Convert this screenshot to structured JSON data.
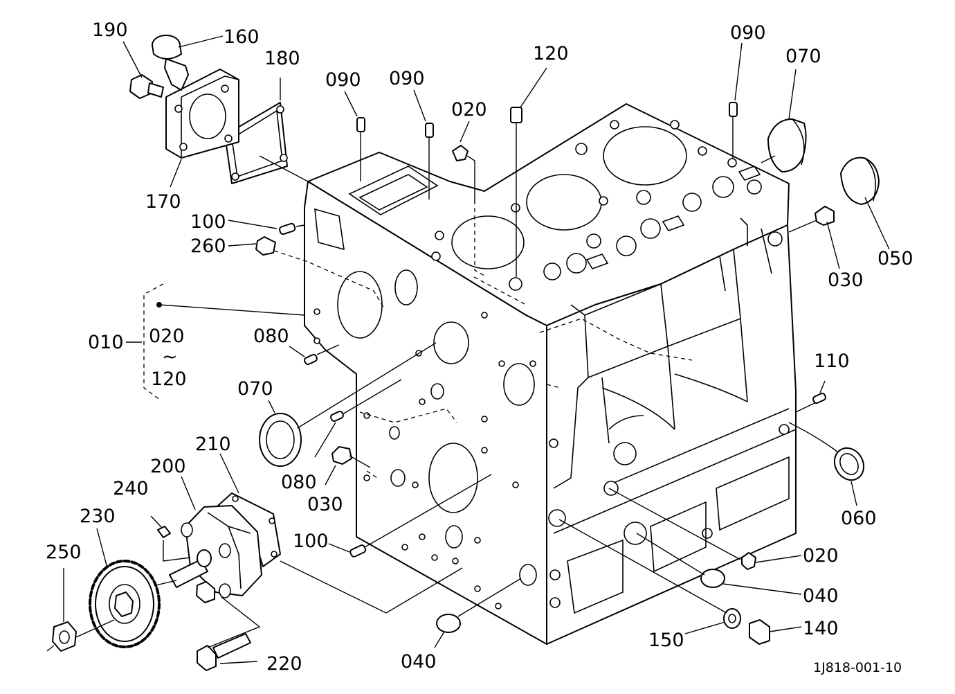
{
  "diagram": {
    "drawing_code": "1J818-001-10",
    "parts": [
      {
        "id": "p190",
        "label": "190",
        "name": "bolt"
      },
      {
        "id": "p160",
        "label": "160",
        "name": "plug"
      },
      {
        "id": "p180",
        "label": "180",
        "name": "gasket"
      },
      {
        "id": "p170",
        "label": "170",
        "name": "cover-plate"
      },
      {
        "id": "p090a",
        "label": "090",
        "name": "pin"
      },
      {
        "id": "p090b",
        "label": "090",
        "name": "pin"
      },
      {
        "id": "p120",
        "label": "120",
        "name": "pipe"
      },
      {
        "id": "p020a",
        "label": "020",
        "name": "plug"
      },
      {
        "id": "p090c",
        "label": "090",
        "name": "pin"
      },
      {
        "id": "p070a",
        "label": "070",
        "name": "cap"
      },
      {
        "id": "p050",
        "label": "050",
        "name": "plug-disc"
      },
      {
        "id": "p030a",
        "label": "030",
        "name": "plug"
      },
      {
        "id": "p100a",
        "label": "100",
        "name": "pin"
      },
      {
        "id": "p260",
        "label": "260",
        "name": "plug"
      },
      {
        "id": "p010",
        "label": "010",
        "name": "crankcase-assembly"
      },
      {
        "id": "p080a",
        "label": "080",
        "name": "pin"
      },
      {
        "id": "p070b",
        "label": "070",
        "name": "oil-seal"
      },
      {
        "id": "p080b",
        "label": "080",
        "name": "pin"
      },
      {
        "id": "p030b",
        "label": "030",
        "name": "plug"
      },
      {
        "id": "p110",
        "label": "110",
        "name": "pin"
      },
      {
        "id": "p060",
        "label": "060",
        "name": "ring"
      },
      {
        "id": "p210",
        "label": "210",
        "name": "gasket"
      },
      {
        "id": "p200",
        "label": "200",
        "name": "oil-pump"
      },
      {
        "id": "p240",
        "label": "240",
        "name": "key"
      },
      {
        "id": "p230",
        "label": "230",
        "name": "gear"
      },
      {
        "id": "p250",
        "label": "250",
        "name": "nut"
      },
      {
        "id": "p100b",
        "label": "100",
        "name": "pin"
      },
      {
        "id": "p020b",
        "label": "020",
        "name": "plug"
      },
      {
        "id": "p040a",
        "label": "040",
        "name": "plug"
      },
      {
        "id": "p140",
        "label": "140",
        "name": "plug"
      },
      {
        "id": "p150",
        "label": "150",
        "name": "washer"
      },
      {
        "id": "p220",
        "label": "220",
        "name": "bolt"
      },
      {
        "id": "p040b",
        "label": "040",
        "name": "plug"
      }
    ],
    "assembly_range": {
      "from": "020",
      "tilde": "~",
      "to": "120"
    }
  }
}
